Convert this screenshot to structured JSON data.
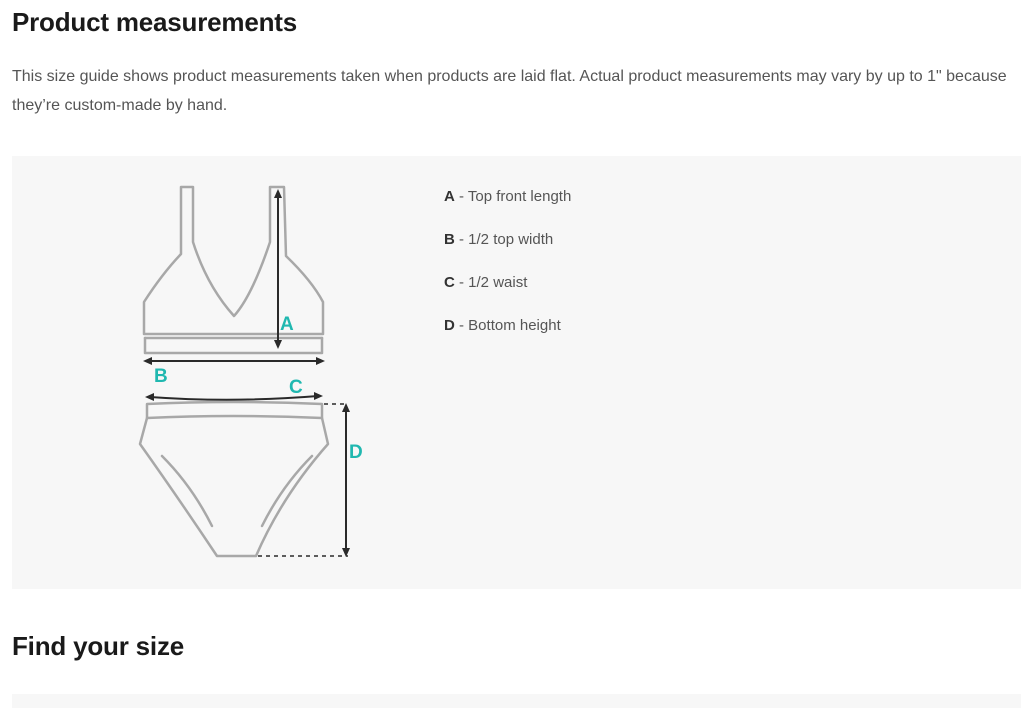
{
  "sections": {
    "measurements_title": "Product measurements",
    "intro_text": "This size guide shows product measurements taken when products are laid flat. Actual product measurements may vary by up to 1\" because they’re custom-made by hand.",
    "find_size_title": "Find your size"
  },
  "diagram": {
    "labels": {
      "a": "A",
      "b": "B",
      "c": "C",
      "d": "D"
    }
  },
  "legend": [
    {
      "key": "A",
      "text": " - Top front length"
    },
    {
      "key": "B",
      "text": " - 1/2 top width"
    },
    {
      "key": "C",
      "text": " - 1/2 waist"
    },
    {
      "key": "D",
      "text": " - Bottom height"
    }
  ],
  "colors": {
    "accent_label": "#20b8b0",
    "panel_background": "#f7f7f7",
    "garment_outline": "#a8a8a8"
  }
}
